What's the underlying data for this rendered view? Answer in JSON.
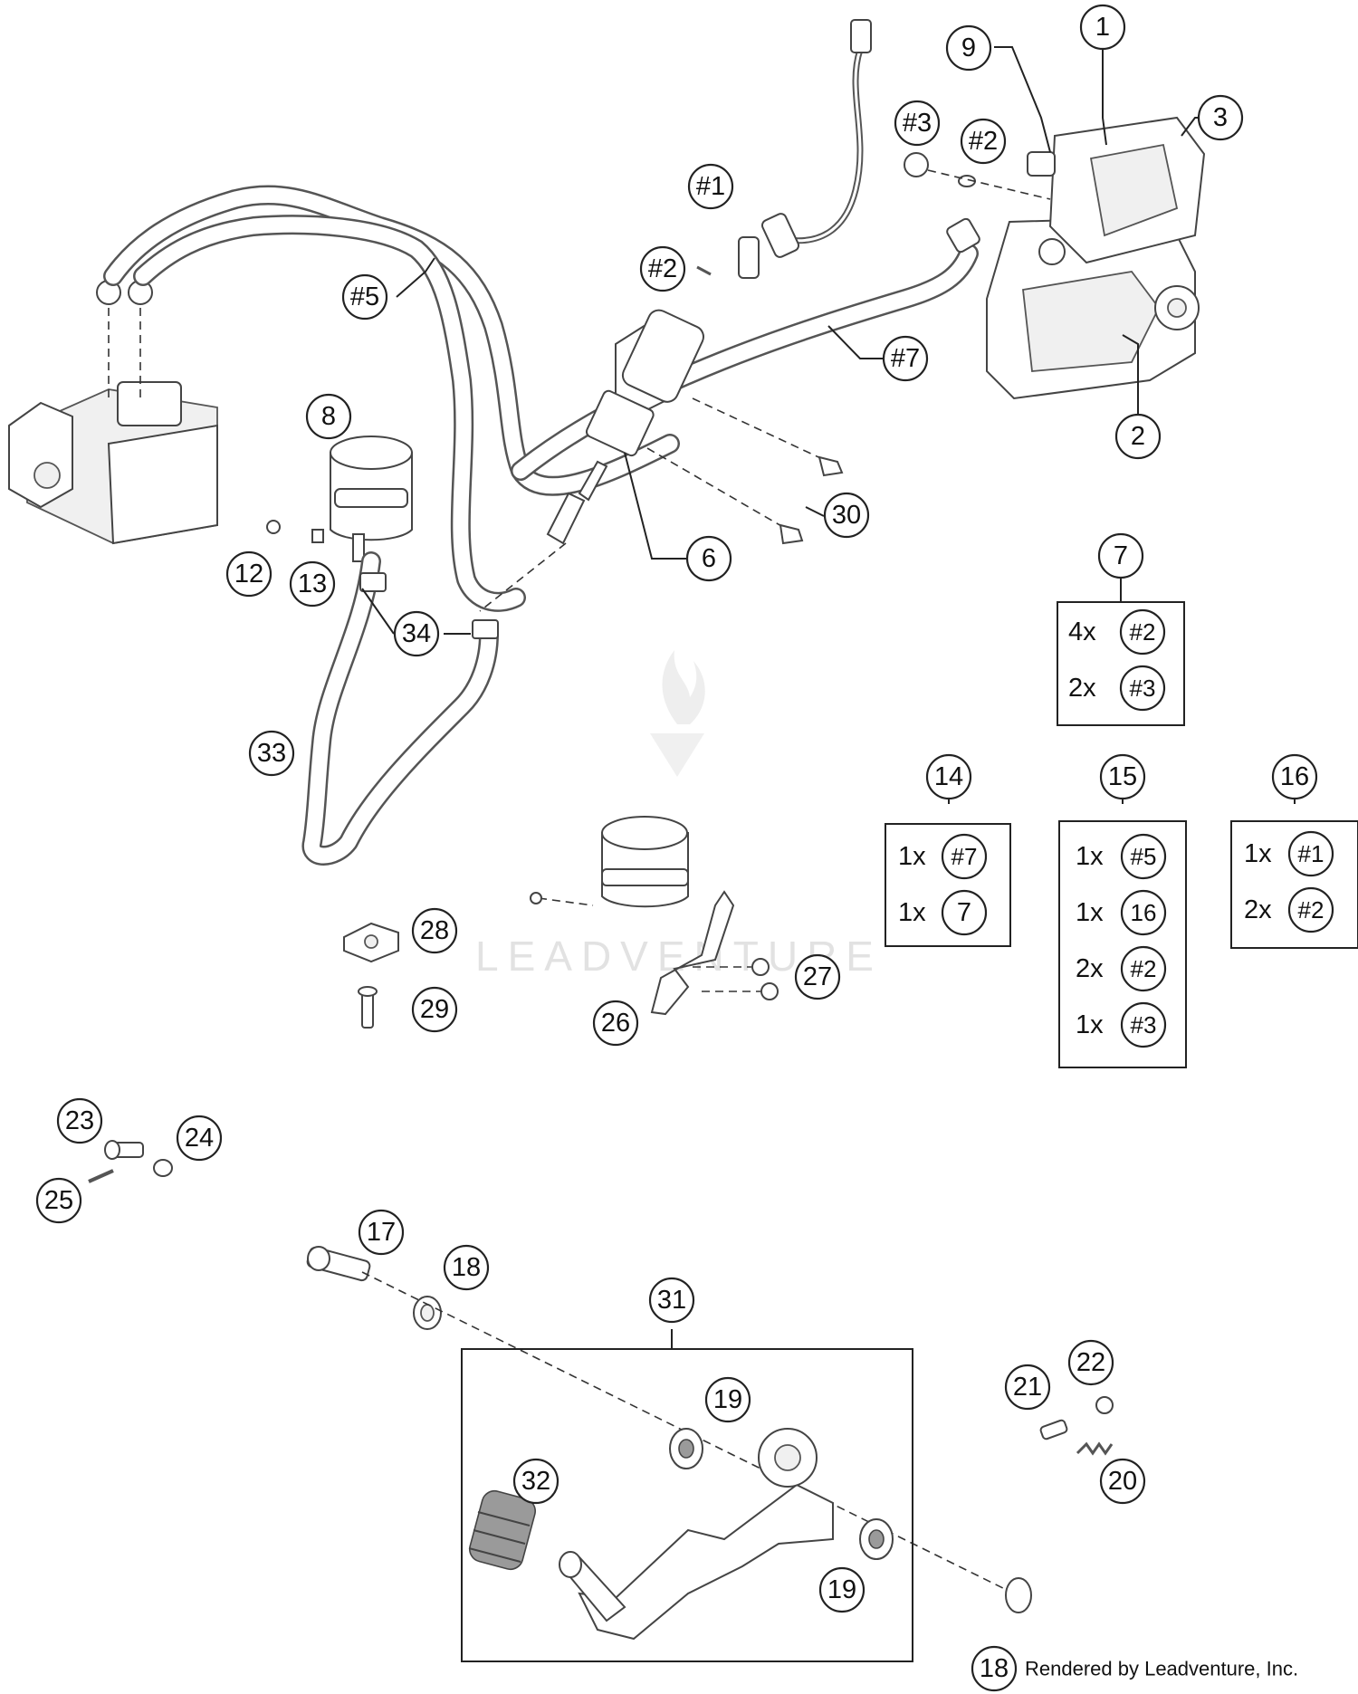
{
  "callouts": {
    "c1": "1",
    "c2": "2",
    "c3": "3",
    "c6": "6",
    "c7": "7",
    "c8": "8",
    "c9": "9",
    "c12": "12",
    "c13": "13",
    "c14": "14",
    "c15": "15",
    "c16": "16",
    "c17": "17",
    "c18a": "18",
    "c18b": "18",
    "c19a": "19",
    "c19b": "19",
    "c20": "20",
    "c21": "21",
    "c22": "22",
    "c23": "23",
    "c24": "24",
    "c25": "25",
    "c26": "26",
    "c27": "27",
    "c28": "28",
    "c29": "29",
    "c30": "30",
    "c31": "31",
    "c32": "32",
    "c33": "33",
    "c34": "34",
    "h1": "#1",
    "h2a": "#2",
    "h2b": "#2",
    "h3": "#3",
    "h5": "#5",
    "h7": "#7"
  },
  "kits": {
    "k7": {
      "rows": [
        {
          "qty": "4x",
          "ref": "#2"
        },
        {
          "qty": "2x",
          "ref": "#3"
        }
      ]
    },
    "k14": {
      "rows": [
        {
          "qty": "1x",
          "ref": "#7"
        },
        {
          "qty": "1x",
          "ref": "7"
        }
      ]
    },
    "k15": {
      "rows": [
        {
          "qty": "1x",
          "ref": "#5"
        },
        {
          "qty": "1x",
          "ref": "16"
        },
        {
          "qty": "2x",
          "ref": "#2"
        },
        {
          "qty": "1x",
          "ref": "#3"
        }
      ]
    },
    "k16": {
      "rows": [
        {
          "qty": "1x",
          "ref": "#1"
        },
        {
          "qty": "2x",
          "ref": "#2"
        }
      ]
    }
  },
  "watermark": "LEADVENTURE",
  "footer": {
    "callout": "18",
    "credit": "Rendered by Leadventure, Inc."
  }
}
